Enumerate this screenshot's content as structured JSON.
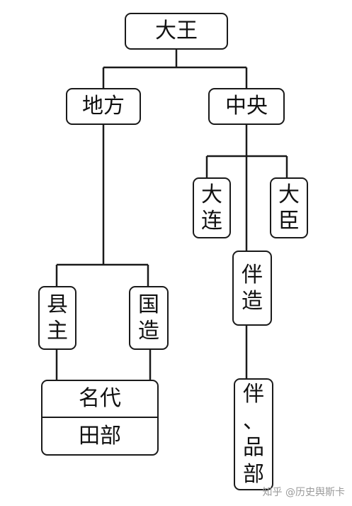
{
  "nodes": {
    "king": "大王",
    "local": "地方",
    "central": "中央",
    "omuraji": "大连",
    "oomi": "大臣",
    "tomo_no_miyatsuko": "伴造",
    "agatanushi": "县主",
    "kuni_no_miyatsuko": "国造",
    "nashiro": "名代",
    "tabe": "田部",
    "tomobe": "伴、品部"
  },
  "watermark": "知乎 @历史舆斯卡"
}
